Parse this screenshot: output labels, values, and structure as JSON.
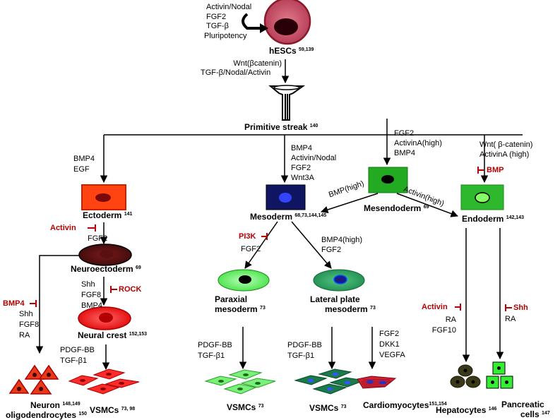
{
  "hesc": {
    "factors": [
      "Activin/Nodal",
      "FGF2",
      "TGF-β",
      "Pluripotency"
    ],
    "label": "hESCs",
    "ref": "59,139"
  },
  "to_streak": [
    "Wnt(βcatenin)",
    "TGF-β/Nodal/Activin"
  ],
  "streak": {
    "label": "Primitive streak",
    "ref": "140"
  },
  "ecto": {
    "factors": [
      "BMP4",
      "EGF"
    ],
    "label": "Ectoderm",
    "ref": "141",
    "inhibitor": "Activin",
    "factor_below": "FGF2"
  },
  "neuroecto": {
    "label": "Neuroectoderm",
    "ref": "69",
    "factors": [
      "Shh",
      "FGF8",
      "BMP4"
    ],
    "inhibitor": "ROCK"
  },
  "neuron_path": {
    "inhibitor": "BMP4",
    "factors": [
      "Shh",
      "FGF8",
      "RA"
    ]
  },
  "neural_crest": {
    "label": "Neural crest",
    "ref": "152,153",
    "factors": [
      "PDGF-BB",
      "TGF-β1"
    ]
  },
  "neuron": {
    "label1": "Neuron",
    "ref1": "148,149",
    "label2": "oligodendrocytes",
    "ref2": "150"
  },
  "vsmc1": {
    "label": "VSMCs",
    "ref": "73, 98"
  },
  "meso": {
    "factors": [
      "BMP4",
      "Activin/Nodal",
      "FGF2",
      "Wnt3A"
    ],
    "label": "Mesoderm",
    "ref": "68,73,144,145"
  },
  "mesendo": {
    "factors": [
      "FGF2",
      "ActivinA(high)",
      "BMP4"
    ],
    "label": "Mesendoderm",
    "ref": "69",
    "bmp": "BMP(high)",
    "activin": "Activin(high)"
  },
  "endo": {
    "factors": [
      "Wnt( β-catenin)",
      "ActivinA (high)"
    ],
    "inhibitor": "BMP",
    "label": "Endoderm",
    "ref": "142,143"
  },
  "paraxial": {
    "inhibitor": "PI3K",
    "factor": "FGF2",
    "label1": "Paraxial",
    "label2": "mesoderm",
    "ref": "73",
    "factors": [
      "PDGF-BB",
      "TGF-β1"
    ]
  },
  "vsmc2": {
    "label": "VSMCs",
    "ref": "73"
  },
  "lateral": {
    "factors_above": [
      "BMP4(high)",
      "FGF2"
    ],
    "label1": "Lateral plate",
    "label2": "mesoderm",
    "ref": "73",
    "factors_vsmc": [
      "PDGF-BB",
      "TGF-β1"
    ],
    "factors_cardio": [
      "FGF2",
      "DKK1",
      "VEGFA"
    ]
  },
  "vsmc3": {
    "label": "VSMCs",
    "ref": "73"
  },
  "cardio": {
    "label": "Cardiomyocytes",
    "ref": "151,154"
  },
  "hep": {
    "inhibitor": "Activin",
    "factors": [
      "RA",
      "FGF10"
    ],
    "label": "Hepatocytes",
    "ref": "146"
  },
  "panc": {
    "inhibitor": "Shh",
    "factor": "RA",
    "label1": "Pancreatic",
    "label2": "cells",
    "ref": "147"
  },
  "colors": {
    "ecto": "#ff4411",
    "meso": "#0f1560",
    "endo": "#2db82d",
    "mesendo": "#22aa22",
    "hesc": "#c8566a",
    "inhibitor": "#b30000"
  }
}
